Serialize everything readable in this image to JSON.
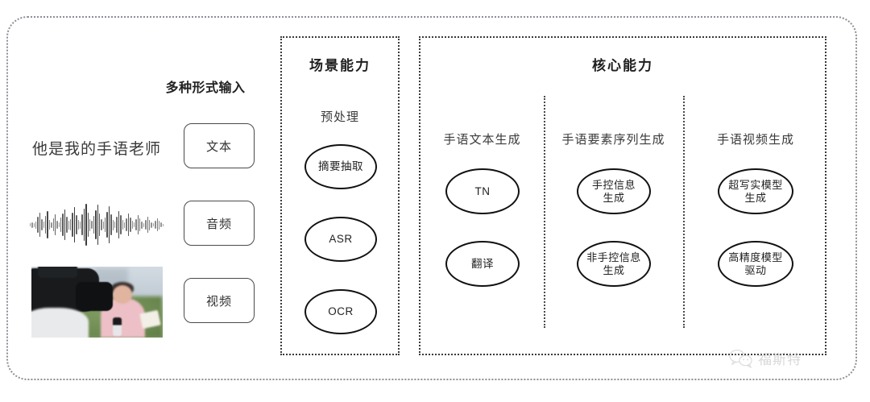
{
  "diagram": {
    "input_section": {
      "heading": "多种形式输入",
      "rows": [
        {
          "media_name": "text-sample",
          "media_text": "他是我的手语老师",
          "button_label": "文本"
        },
        {
          "media_name": "audio-waveform",
          "media_text": "",
          "button_label": "音频"
        },
        {
          "media_name": "video-thumbnail",
          "media_text": "",
          "button_label": "视频"
        }
      ]
    },
    "scene_panel": {
      "title": "场景能力",
      "subtitle": "预处理",
      "nodes": [
        "摘要抽取",
        "ASR",
        "OCR"
      ]
    },
    "core_panel": {
      "title": "核心能力",
      "columns": [
        {
          "subtitle": "手语文本生成",
          "nodes": [
            "TN",
            "翻译"
          ]
        },
        {
          "subtitle": "手语要素序列生成",
          "nodes": [
            "手控信息\n生成",
            "非手控信息\n生成"
          ]
        },
        {
          "subtitle": "手语视频生成",
          "nodes": [
            "超写实模型\n生成",
            "高精度模型\n驱动"
          ]
        }
      ]
    },
    "watermark": {
      "icon": "wechat-icon",
      "text": "福斯特"
    },
    "colors": {
      "outer_border": "#8e8e96",
      "panel_border": "#3a3a3a",
      "ellipse_border": "#111111",
      "text": "#2b2b2b",
      "watermark_text": "#b9b9bd",
      "background": "#ffffff"
    }
  }
}
